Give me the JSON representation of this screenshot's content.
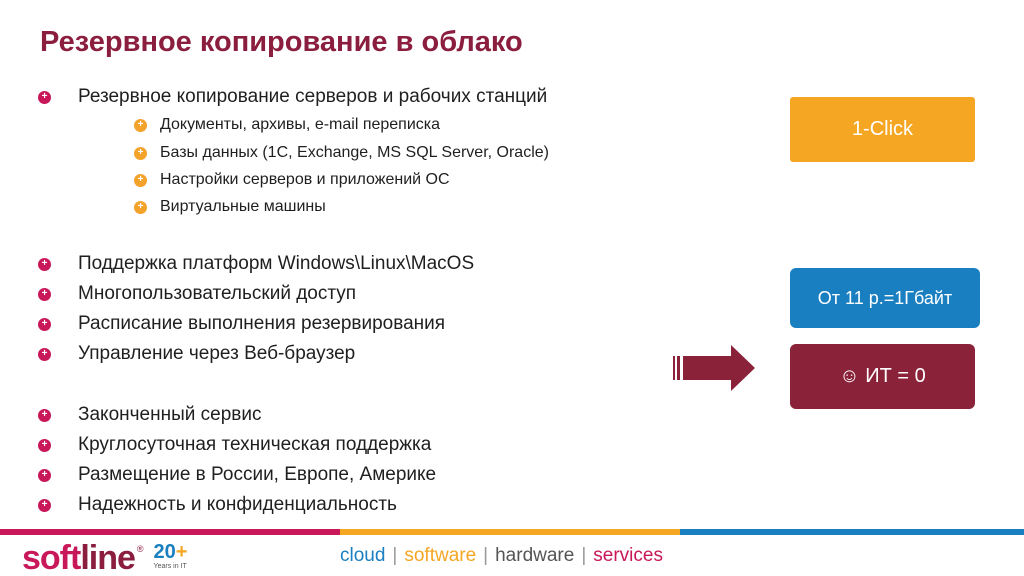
{
  "slide": {
    "title": "Резервное копирование в облако"
  },
  "bullets": {
    "main1": "Резервное копирование серверов и рабочих станций",
    "sub": [
      "Документы, архивы, e-mail переписка",
      "Базы данных (1С, Exchange, MS SQL Server, Oracle)",
      "Настройки серверов и приложений ОС",
      "Виртуальные машины"
    ],
    "group2": [
      "Поддержка платформ Windows\\Linux\\MacOS",
      "Многопользовательский доступ",
      "Расписание выполнения резервирования",
      "Управление через Веб-браузер"
    ],
    "group3": [
      "Законченный сервис",
      "Круглосуточная техническая поддержка",
      "Размещение в России, Европе, Америке",
      "Надежность и конфиденциальность"
    ]
  },
  "cards": {
    "one_click": "1-Click",
    "price": "От 11 р.=1Гбайт",
    "it_zero": "☺ ИТ  = 0"
  },
  "footer": {
    "logo_soft": "soft",
    "logo_line": "line",
    "logo_reg": "®",
    "anniv_num": "20",
    "anniv_plus": "+",
    "anniv_sub": "Years in IT",
    "tag_cloud": "cloud",
    "tag_software": "software",
    "tag_hardware": "hardware",
    "tag_services": "services",
    "separator": "|"
  },
  "colors": {
    "title": "#8b1e3f",
    "bullet_main": "#c8185a",
    "bullet_sub": "#f3a22a",
    "card_orange": "#f5a623",
    "card_blue": "#1a7fc1",
    "card_maroon": "#8a2239",
    "arrow": "#8a2239"
  },
  "icons": {
    "bullet_main": "plus-circle-icon",
    "bullet_sub": "plus-circle-icon",
    "arrow": "right-arrow-icon"
  }
}
